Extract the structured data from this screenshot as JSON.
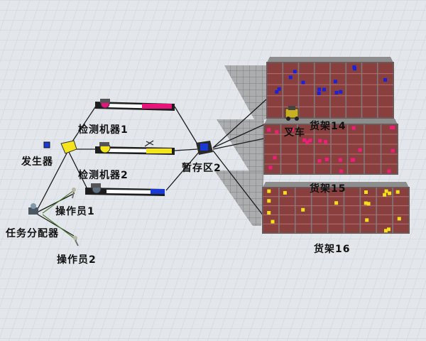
{
  "labels": {
    "source": "发生器",
    "machine1": "检测机器1",
    "machine2": "检测机器2",
    "operator1": "操作员1",
    "operator2": "操作员2",
    "dispatcher": "任务分配器",
    "queue": "暂存区2",
    "forklift": "叉车",
    "rack14": "货架14",
    "rack15": "货架15",
    "rack16": "货架16"
  },
  "colors": {
    "floor": "#e3e6ea",
    "grid": "#c9d3de",
    "rack_frame": "#6b5a5a",
    "rack_bin": "#8a3f3f",
    "rack14_items": "#1a22d8",
    "rack15_items": "#ee1f7a",
    "rack16_items": "#f2e01a",
    "machine1_item": "#e8127a",
    "machine2_item": "#f5e41c",
    "source_item": "#1a3ad8",
    "queue_item": "#1a3ad8"
  },
  "icons": {
    "machine1": "conveyor-machine-icon",
    "machine2": "conveyor-machine-icon",
    "machine3": "conveyor-machine-icon",
    "source": "source-box-icon",
    "queue": "queue-box-icon",
    "dispatcher": "dispatcher-icon",
    "forklift": "forklift-icon",
    "operator": "operator-icon"
  }
}
